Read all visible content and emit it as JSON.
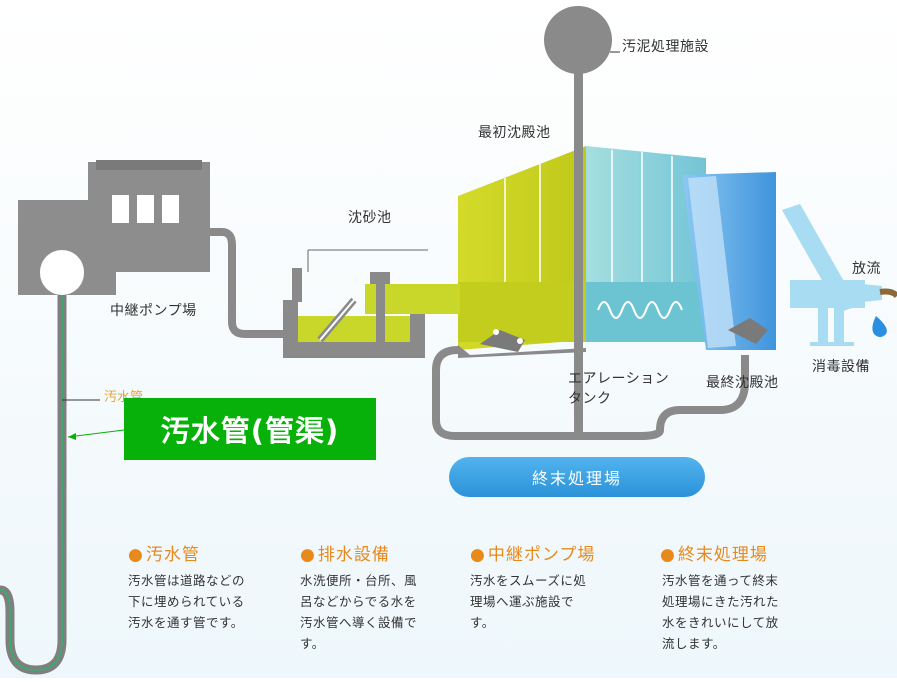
{
  "labels": {
    "sludge_facility": "汚泥処理施設",
    "primary_clarifier": "最初沈殿池",
    "grit_chamber": "沈砂池",
    "relay_pump": "中継ポンプ場",
    "aeration_tank_line1": "エアレーション",
    "aeration_tank_line2": "タンク",
    "final_clarifier": "最終沈殿池",
    "disinfection": "消毒設備",
    "discharge": "放流",
    "sewer_pipe_small": "汚水管",
    "sewer_pipe_callout": "汚水管(管渠)",
    "treatment_plant": "終末処理場"
  },
  "sections": [
    {
      "title": "汚水管",
      "lines": [
        "汚水管は道路などの",
        "下に埋められている",
        "汚水を通す管です。"
      ]
    },
    {
      "title": "排水設備",
      "lines": [
        "水洗便所・台所、風",
        "呂などからでる水を",
        "汚水管へ導く設備で",
        "す。"
      ]
    },
    {
      "title": "中継ポンプ場",
      "lines": [
        "汚水をスムーズに処",
        "理場へ運ぶ施設で",
        "す。"
      ]
    },
    {
      "title": "終末処理場",
      "lines": [
        "汚水管を通って終末",
        "処理場にきた汚れた",
        "水をきれいにして放",
        "流します。"
      ]
    }
  ],
  "colors": {
    "gray": "#8d8d8d",
    "pipe": "#7f7f7f",
    "yellow": "#c9d21b",
    "cyan": "#8fd7d9",
    "blue": "#4aa2e4",
    "light_blue": "#9fdcf4",
    "callout_green": "#08b10a",
    "orange": "#e8891c"
  }
}
